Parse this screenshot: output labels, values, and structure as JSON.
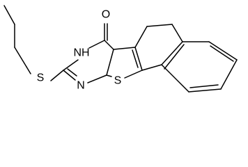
{
  "molecule": {
    "atom_labels": {
      "carbonyl_oxygen": "O",
      "ring_nh": "NH",
      "ring_n": "N",
      "ring_sulfur": "S",
      "thioether_sulfur": "S"
    }
  }
}
